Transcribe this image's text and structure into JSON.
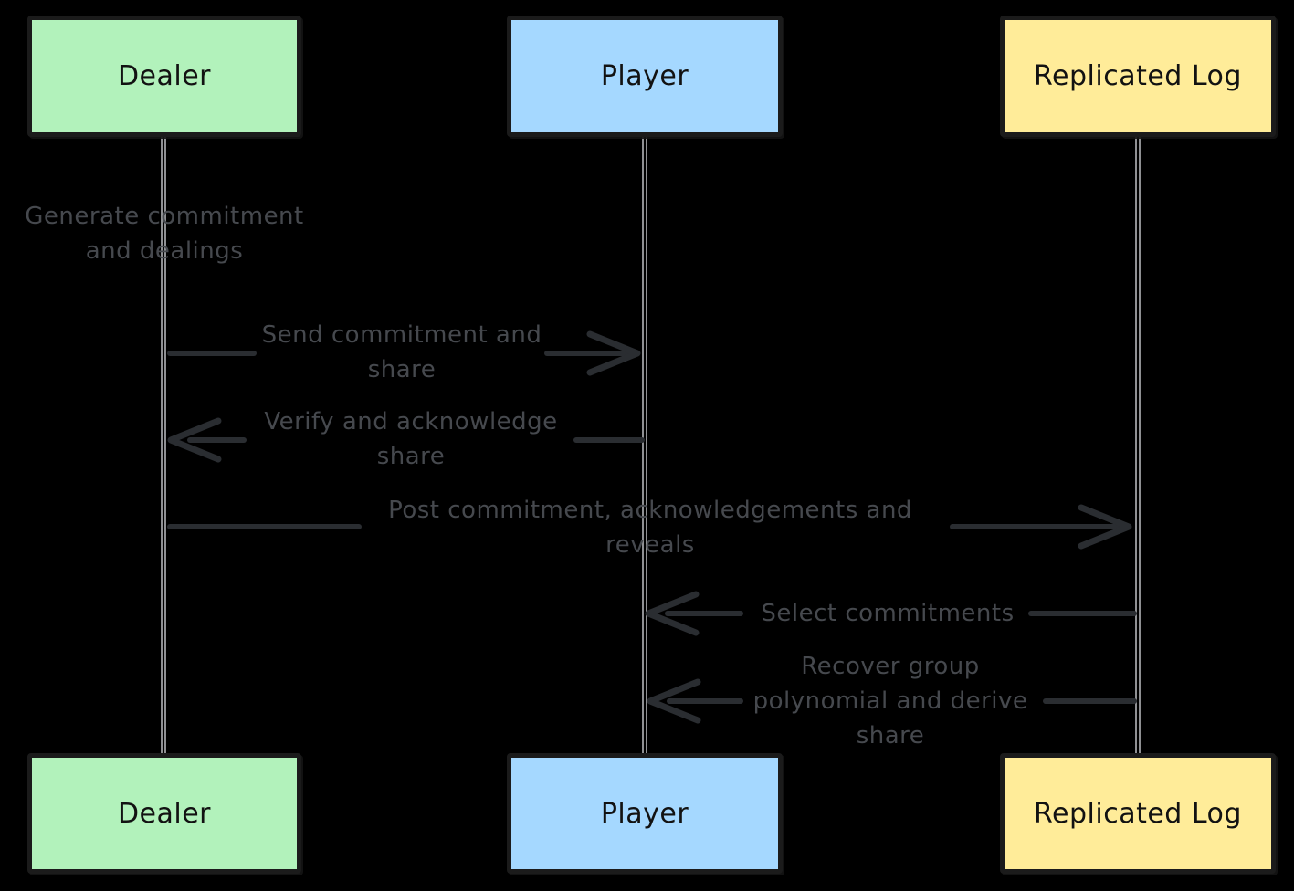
{
  "palette": {
    "bg": "#000000",
    "actor-green": "#b2f2bb",
    "actor-blue": "#a5d8ff",
    "actor-yellow": "#ffec99",
    "box-border": "#1b1b1b",
    "actor-text": "#121212",
    "arrow": "#2a2d31",
    "message-text": "#46494e",
    "lifeline": "#8f9093"
  },
  "diagram": {
    "type": "sequence",
    "participants": [
      {
        "id": "dealer",
        "label": "Dealer",
        "fill": "#b2f2bb"
      },
      {
        "id": "player",
        "label": "Player",
        "fill": "#a5d8ff"
      },
      {
        "id": "replicated_log",
        "label": "Replicated Log",
        "fill": "#ffec99"
      }
    ],
    "messages": [
      {
        "from": "dealer",
        "to": "dealer",
        "kind": "note",
        "label": "Generate commitment and dealings"
      },
      {
        "from": "dealer",
        "to": "player",
        "kind": "arrow",
        "direction": "right",
        "label": "Send commitment and share"
      },
      {
        "from": "player",
        "to": "dealer",
        "kind": "arrow",
        "direction": "left",
        "label": "Verify and acknowledge share"
      },
      {
        "from": "dealer",
        "to": "replicated_log",
        "kind": "arrow",
        "direction": "right",
        "label": "Post commitment, acknowledgements and reveals"
      },
      {
        "from": "replicated_log",
        "to": "player",
        "kind": "arrow",
        "direction": "left",
        "label": "Select commitments"
      },
      {
        "from": "replicated_log",
        "to": "player",
        "kind": "arrow",
        "direction": "left",
        "label": "Recover group polynomial and derive share"
      }
    ]
  }
}
